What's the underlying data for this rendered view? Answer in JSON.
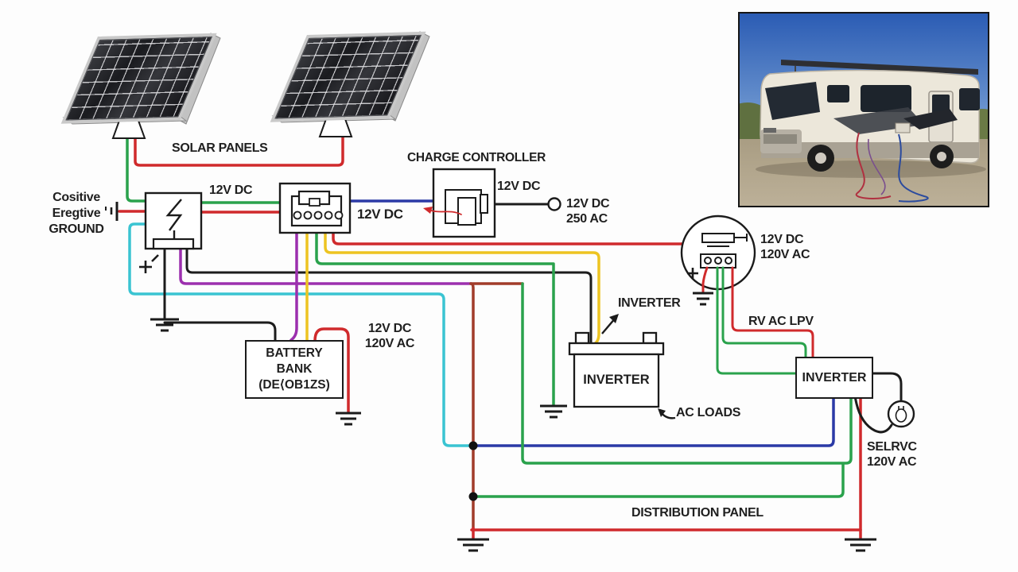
{
  "wire_colors": {
    "red": "#d02a2c",
    "green": "#2aa24c",
    "blue": "#2b3aa6",
    "cyan": "#3ac4d2",
    "yellow": "#edc421",
    "purple": "#9c2fae",
    "maroon": "#a13c2a",
    "black": "#1c1c1c"
  },
  "labels": {
    "solar_panels": "SOLAR PANELS",
    "left_note": {
      "line1": "Cositive",
      "line2": "Eregtive",
      "line3": "GROUND"
    },
    "pv_bus": "12V DC",
    "controller_in": "12V DC",
    "charge_controller": "CHARGE CONTROLLER",
    "controller_out": "12V DC",
    "controller_terminal": {
      "line1": "12V DC",
      "line2": "250 AC"
    },
    "battery_bank": {
      "line1": "BATTERY BANK",
      "line2": "(DE⟨OB1ZS)"
    },
    "battery_rating": {
      "line1": "12V DC",
      "line2": "120V AC"
    },
    "inverter_pointer": "INVERTER",
    "inverter_mid": "INVERTER",
    "ac_loads": "AC LOADS",
    "transfer_rating": {
      "line1": "12V DC",
      "line2": "120V AC"
    },
    "rv_ac": "RV AC LPV",
    "inverter_right": "INVERTER",
    "service_outlet": {
      "line1": "SELRVC",
      "line2": "120V AC"
    },
    "distribution_panel": "DISTRIBUTION PANEL"
  }
}
